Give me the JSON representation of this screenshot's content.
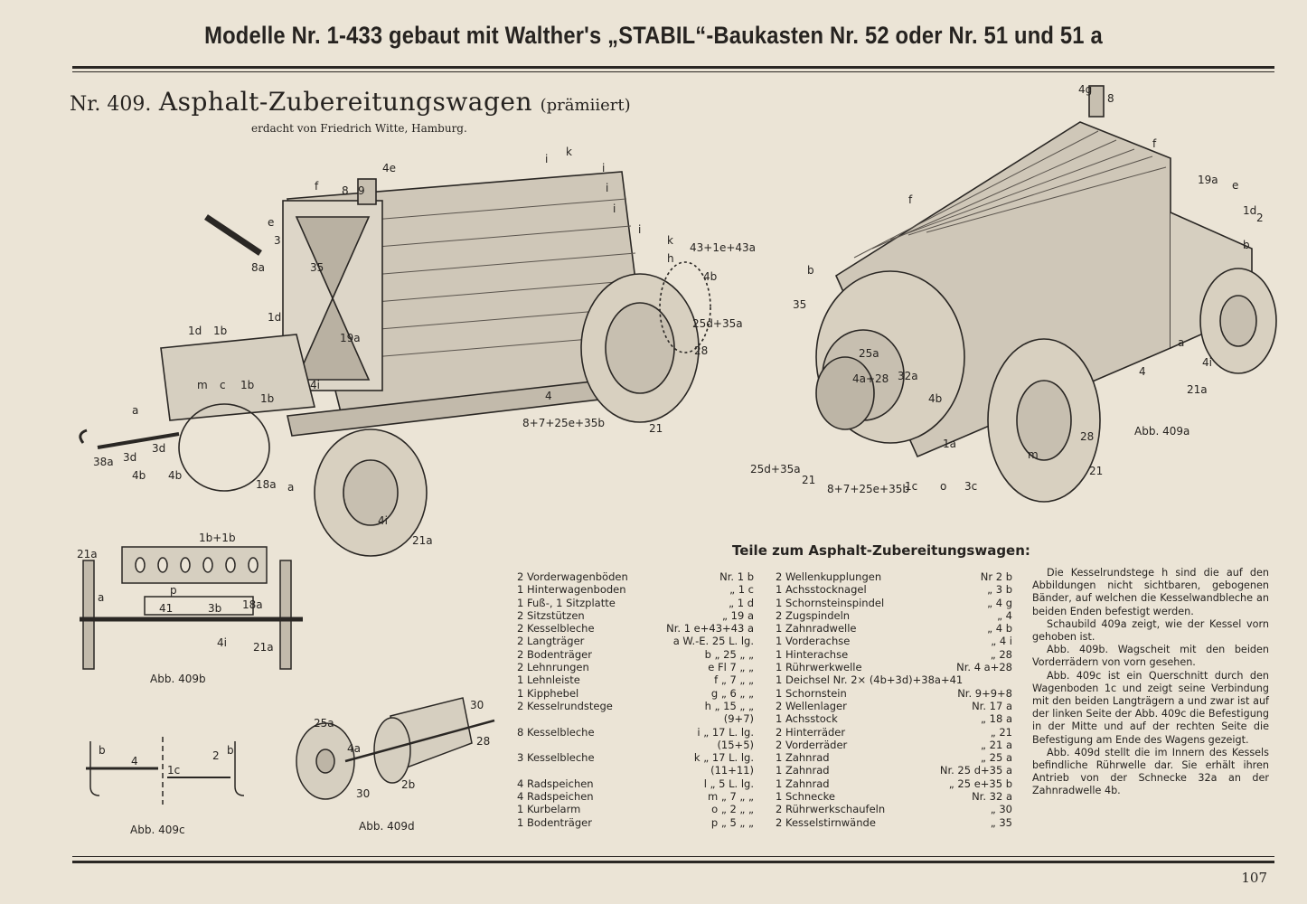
{
  "header": "Modelle Nr. 1-433 gebaut mit Walther's „STABIL“-Baukasten Nr. 52 oder Nr. 51 und 51 a",
  "model": {
    "number": "Nr. 409.",
    "name": "Asphalt-Zubereitungswagen",
    "award": "(prämiiert)",
    "designer": "erdacht von Friedrich Witte, Hamburg."
  },
  "figures": {
    "main_left_labels": [
      "4e",
      "8",
      "9",
      "f",
      "i",
      "k",
      "i",
      "i",
      "i",
      "i",
      "e",
      "3",
      "8a",
      "35",
      "1d",
      "1b",
      "1d",
      "19a",
      "k",
      "h",
      "43+1e+43a",
      "4b",
      "25d+35a",
      "28",
      "4",
      "8+7+25e+35b",
      "21",
      "a",
      "3d",
      "3d",
      "38a",
      "4b",
      "4b",
      "18a",
      "a",
      "4i",
      "21a",
      "m",
      "c",
      "1b",
      "1b",
      "4i"
    ],
    "main_right_labels": [
      "4g",
      "8",
      "f",
      "19a",
      "e",
      "1d",
      "2",
      "b",
      "35",
      "f",
      "25a",
      "4a+28",
      "32a",
      "4b",
      "4",
      "21a",
      "4i",
      "a",
      "b",
      "25d+35a",
      "21",
      "8+7+25e+35b",
      "1c",
      "o",
      "3c",
      "21",
      "28",
      "m",
      "1a"
    ],
    "abb_409a": "Abb. 409a",
    "abb_409b": "Abb. 409b",
    "abb_409c": "Abb. 409c",
    "abb_409d": "Abb. 409d",
    "b_labels": [
      "1b+1b",
      "21a",
      "a",
      "p",
      "41",
      "3b",
      "18a",
      "4i",
      "21a"
    ],
    "c_labels": [
      "b",
      "4",
      "1c",
      "2",
      "b"
    ],
    "d_labels": [
      "25a",
      "4a",
      "2b",
      "30",
      "28",
      "30"
    ]
  },
  "parts": {
    "title": "Teile zum Asphalt-Zubereitungswagen:",
    "col1": [
      {
        "n": "2 Vorderwagenböden",
        "c": "Nr. 1 b"
      },
      {
        "n": "1 Hinterwagenboden",
        "c": "„ 1 c"
      },
      {
        "n": "1 Fuß-, 1 Sitzplatte",
        "c": "„ 1 d"
      },
      {
        "n": "2 Sitzstützen",
        "c": "„ 19 a"
      },
      {
        "n": "2 Kesselbleche",
        "c": "Nr. 1 e+43+43 a"
      },
      {
        "n": "2 Langträger",
        "c": "a W.-E. 25 L. lg."
      },
      {
        "n": "2 Bodenträger",
        "c": "b „ 25 „ „"
      },
      {
        "n": "2 Lehnrungen",
        "c": "e Fl 7 „ „"
      },
      {
        "n": "1 Lehnleiste",
        "c": "f „ 7 „ „"
      },
      {
        "n": "1 Kipphebel",
        "c": "g „ 6 „ „"
      },
      {
        "n": "2 Kesselrundstege",
        "c": "h „ 15 „ „"
      },
      {
        "n": "",
        "c": "(9+7)"
      },
      {
        "n": "8 Kesselbleche",
        "c": "i „ 17 L. lg."
      },
      {
        "n": "",
        "c": "(15+5)"
      },
      {
        "n": "3 Kesselbleche",
        "c": "k „ 17 L. lg."
      },
      {
        "n": "",
        "c": "(11+11)"
      },
      {
        "n": "4 Radspeichen",
        "c": "l „ 5 L. lg."
      },
      {
        "n": "4 Radspeichen",
        "c": "m „ 7 „ „"
      },
      {
        "n": "1 Kurbelarm",
        "c": "o „ 2 „ „"
      },
      {
        "n": "1 Bodenträger",
        "c": "p „ 5 „ „"
      }
    ],
    "col2": [
      {
        "n": "2 Wellenkupplungen",
        "c": "Nr 2 b"
      },
      {
        "n": "1 Achsstocknagel",
        "c": "„ 3 b"
      },
      {
        "n": "1 Schornsteinspindel",
        "c": "„ 4 g"
      },
      {
        "n": "2 Zugspindeln",
        "c": "„ 4"
      },
      {
        "n": "1 Zahnradwelle",
        "c": "„ 4 b"
      },
      {
        "n": "1 Vorderachse",
        "c": "„ 4 i"
      },
      {
        "n": "1 Hinterachse",
        "c": "„ 28"
      },
      {
        "n": "1 Rührwerkwelle",
        "c": "Nr. 4 a+28"
      },
      {
        "n": "1 Deichsel Nr. 2× (4b+3d)+38a+41",
        "c": ""
      },
      {
        "n": "1 Schornstein",
        "c": "Nr. 9+9+8"
      },
      {
        "n": "2 Wellenlager",
        "c": "Nr. 17 a"
      },
      {
        "n": "1 Achsstock",
        "c": "„ 18 a"
      },
      {
        "n": "2 Hinterräder",
        "c": "„ 21"
      },
      {
        "n": "2 Vorderräder",
        "c": "„ 21 a"
      },
      {
        "n": "1 Zahnrad",
        "c": "„ 25 a"
      },
      {
        "n": "1 Zahnrad",
        "c": "Nr. 25 d+35 a"
      },
      {
        "n": "1 Zahnrad",
        "c": "„ 25 e+35 b"
      },
      {
        "n": "1 Schnecke",
        "c": "Nr. 32 a"
      },
      {
        "n": "2 Rührwerkschaufeln",
        "c": "„ 30"
      },
      {
        "n": "2 Kesselstirnwände",
        "c": "„ 35"
      }
    ]
  },
  "notes": [
    "Die Kesselrundstege h sind die auf den Abbildungen nicht sichtbaren, gebogenen Bänder, auf welchen die Kesselwandbleche an beiden Enden befestigt werden.",
    "Schaubild 409a zeigt, wie der Kessel vorn gehoben ist.",
    "Abb. 409b. Wagscheit mit den beiden Vorderrädern von vorn gesehen.",
    "Abb. 409c ist ein Querschnitt durch den Wagenboden 1c und zeigt seine Verbindung mit den beiden Langträgern a und zwar ist auf der linken Seite der Abb. 409c die Befestigung in der Mitte und auf der rechten Seite die Befestigung am Ende des Wagens gezeigt.",
    "Abb. 409d stellt die im Innern des Kessels befindliche Rührwelle dar. Sie erhält ihren Antrieb von der Schnecke 32a an der Zahnradwelle 4b."
  ],
  "page_number": "107"
}
